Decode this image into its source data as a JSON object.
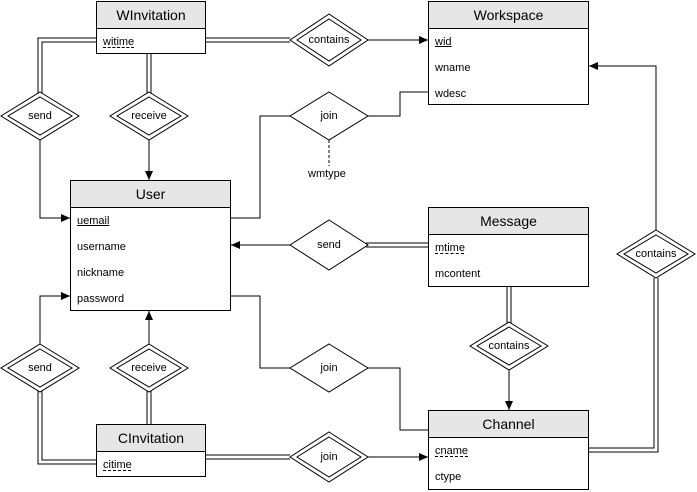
{
  "entities": {
    "winvitation": {
      "name": "WInvitation",
      "attrs": [
        "witime"
      ]
    },
    "workspace": {
      "name": "Workspace",
      "attrs": [
        "wid",
        "wname",
        "wdesc"
      ]
    },
    "user": {
      "name": "User",
      "attrs": [
        "uemail",
        "username",
        "nickname",
        "password"
      ]
    },
    "message": {
      "name": "Message",
      "attrs": [
        "mtime",
        "mcontent"
      ]
    },
    "cinvitation": {
      "name": "CInvitation",
      "attrs": [
        "citime"
      ]
    },
    "channel": {
      "name": "Channel",
      "attrs": [
        "cname",
        "ctype"
      ]
    }
  },
  "relationships": {
    "winv_contains": "contains",
    "winv_send": "send",
    "winv_receive": "receive",
    "ws_join": "join",
    "msg_send": "send",
    "msg_contains": "contains",
    "ch_contains": "contains",
    "cinv_send": "send",
    "cinv_receive": "receive",
    "ch_join_user": "join",
    "cinv_join": "join"
  },
  "attribute_labels": {
    "wmtype": "wmtype"
  }
}
